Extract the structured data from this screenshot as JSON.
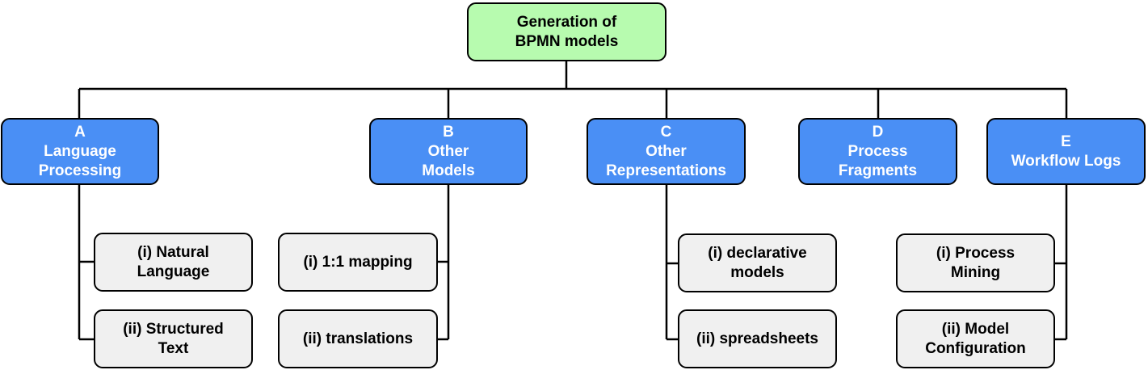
{
  "root": {
    "lines": [
      "Generation of",
      "BPMN models"
    ]
  },
  "categories": [
    {
      "lines": [
        "A",
        "Language",
        "Processing"
      ],
      "children": [
        {
          "lines": [
            "(i) Natural",
            "Language"
          ]
        },
        {
          "lines": [
            "(ii) Structured",
            "Text"
          ]
        }
      ]
    },
    {
      "lines": [
        "B",
        "Other",
        "Models"
      ],
      "children": [
        {
          "lines": [
            "(i) 1:1 mapping"
          ]
        },
        {
          "lines": [
            "(ii) translations"
          ]
        }
      ]
    },
    {
      "lines": [
        "C",
        "Other",
        "Representations"
      ],
      "children": [
        {
          "lines": [
            "(i) declarative",
            "models"
          ]
        },
        {
          "lines": [
            "(ii) spreadsheets"
          ]
        }
      ]
    },
    {
      "lines": [
        "D",
        "Process",
        "Fragments"
      ],
      "children": []
    },
    {
      "lines": [
        "E",
        "Workflow Logs"
      ],
      "children": [
        {
          "lines": [
            "(i) Process",
            "Mining"
          ]
        },
        {
          "lines": [
            "(ii) Model",
            "Configuration"
          ]
        }
      ]
    }
  ],
  "colors": {
    "root_fill": "#b7fbaf",
    "category_fill": "#4a8ff5",
    "leaf_fill": "#f0f0f0",
    "line": "#000000"
  }
}
